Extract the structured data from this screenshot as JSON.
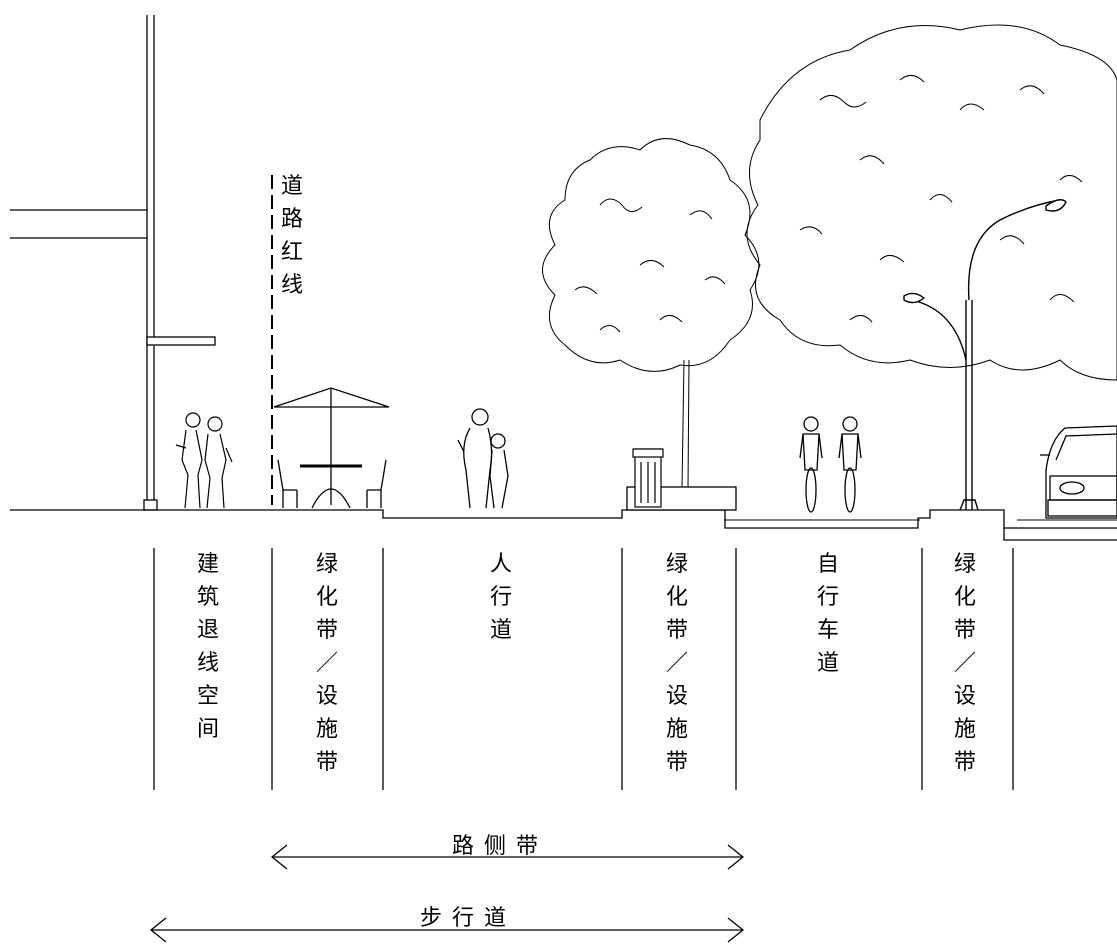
{
  "red_line_label": "道路红线",
  "zones": [
    {
      "id": "setback",
      "label": "建筑退线空间"
    },
    {
      "id": "green1",
      "label": "绿化带/设施带"
    },
    {
      "id": "sidewalk",
      "label": "人行道"
    },
    {
      "id": "green2",
      "label": "绿化带/设施带"
    },
    {
      "id": "bike",
      "label": "自行车道"
    },
    {
      "id": "green3",
      "label": "绿化带/设施带"
    }
  ],
  "spans": {
    "roadside": "路侧带",
    "walkway": "步行道"
  }
}
